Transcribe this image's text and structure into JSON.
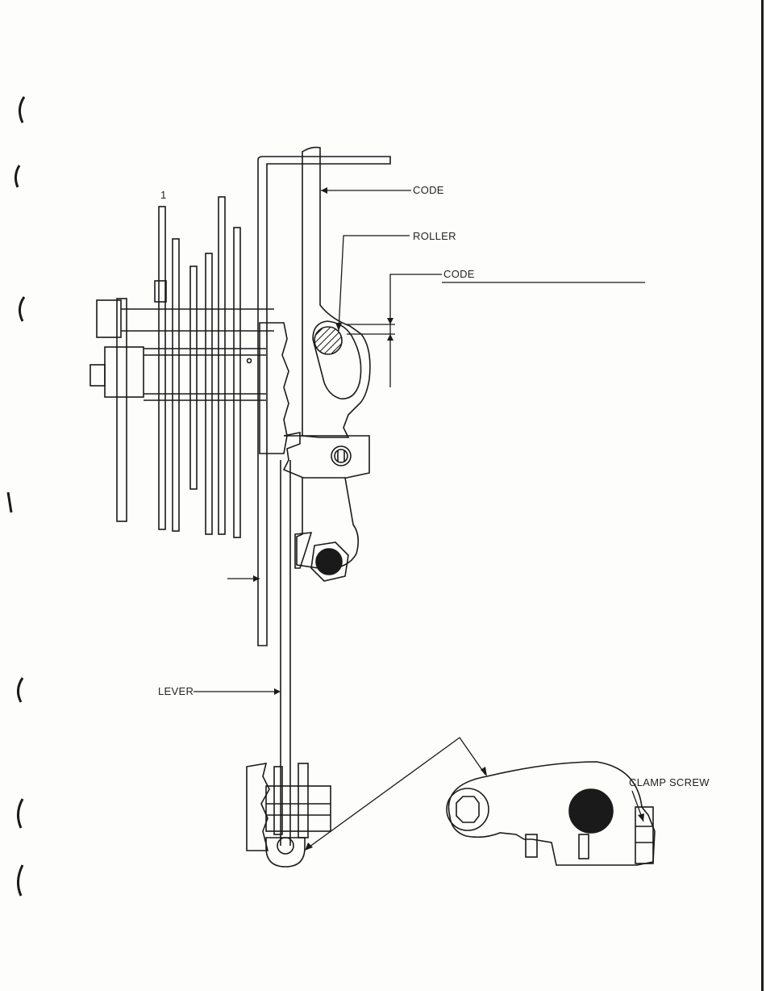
{
  "labels": {
    "code_top": "CODE",
    "roller": "ROLLER",
    "code_gap": "CODE",
    "lever": "LEVER",
    "clamp_screw": "CLAMP SCREW",
    "number_one": "1"
  },
  "colors": {
    "ink": "#1a1a1a",
    "paper": "#fdfdfb"
  }
}
